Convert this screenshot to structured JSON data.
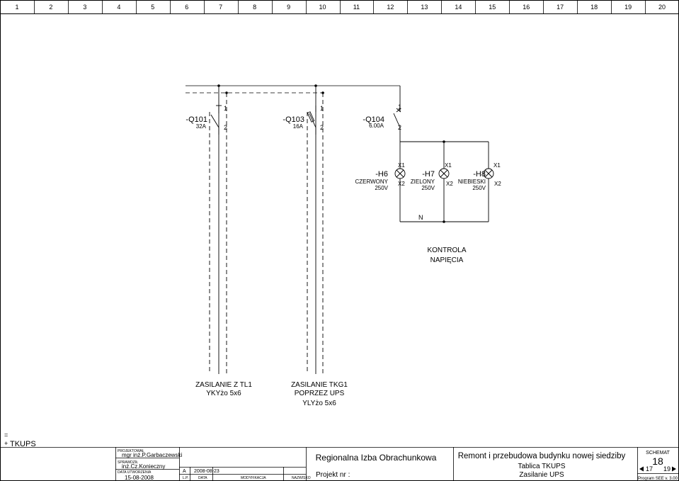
{
  "ruler": {
    "columns": [
      "1",
      "2",
      "3",
      "4",
      "5",
      "6",
      "7",
      "8",
      "9",
      "10",
      "11",
      "12",
      "13",
      "14",
      "15",
      "16",
      "17",
      "18",
      "19",
      "20"
    ]
  },
  "breakers": [
    {
      "tag": "-Q101",
      "rating": "32A",
      "pin_in": "1",
      "pin_out": "2"
    },
    {
      "tag": "-Q103",
      "rating": "16A",
      "pin_in": "1",
      "pin_out": "2"
    },
    {
      "tag": "-Q104",
      "rating": "6.00A",
      "pin_in": "1",
      "pin_out": "2"
    }
  ],
  "lamps": [
    {
      "tag": "-H6",
      "color": "CZERWONY",
      "voltage": "250V",
      "pin_top": "X1",
      "pin_bottom": "X2"
    },
    {
      "tag": "-H7",
      "color": "ZIELONY",
      "voltage": "250V",
      "pin_top": "X1",
      "pin_bottom": "X2"
    },
    {
      "tag": "-H8",
      "color": "NIEBIESKI",
      "voltage": "250V",
      "pin_top": "X1",
      "pin_bottom": "X2"
    }
  ],
  "neutral_label": "N",
  "function_text": {
    "line1": "KONTROLA",
    "line2": "NAPIĘCIA"
  },
  "feeders": [
    {
      "line1": "ZASILANIE Z TL1",
      "line2": "YKYżo 5x6"
    },
    {
      "line1": "ZASILANIE TKG1",
      "line2": "POPRZEZ UPS",
      "line3": "YLYżo 5x6"
    }
  ],
  "location": {
    "eq": "=",
    "plus": "+",
    "name": "TKUPS"
  },
  "title_block": {
    "designed_label": "PROJEKTOWAŁ",
    "designed_by": "mgr inż.P.Garbaczewski",
    "checked_label": "SPRAWDZIŁ",
    "checked_by": "inż.Cz.Konieczny",
    "created_label": "DATA UTWORZENIA",
    "created_date": "15-08-2008",
    "rev_letter": "A",
    "rev_date": "2008-08-23",
    "col_lp": "L.P.",
    "col_date": "DATA",
    "col_mod": "MODYFIKACJA",
    "col_name": "NAZWISKO",
    "client": "Regionalna Izba Obrachunkowa",
    "project_label": "Projekt nr :",
    "project_title": "Remont i przebudowa budynku nowej siedziby",
    "board": "Tablica TKUPS",
    "sheet_title": "Zasilanie UPS",
    "schemat_label": "SCHEMAT",
    "sheet_no": "18",
    "prev_sheet": "17",
    "next_sheet": "19",
    "program": "Program SEE v. 3.00"
  }
}
